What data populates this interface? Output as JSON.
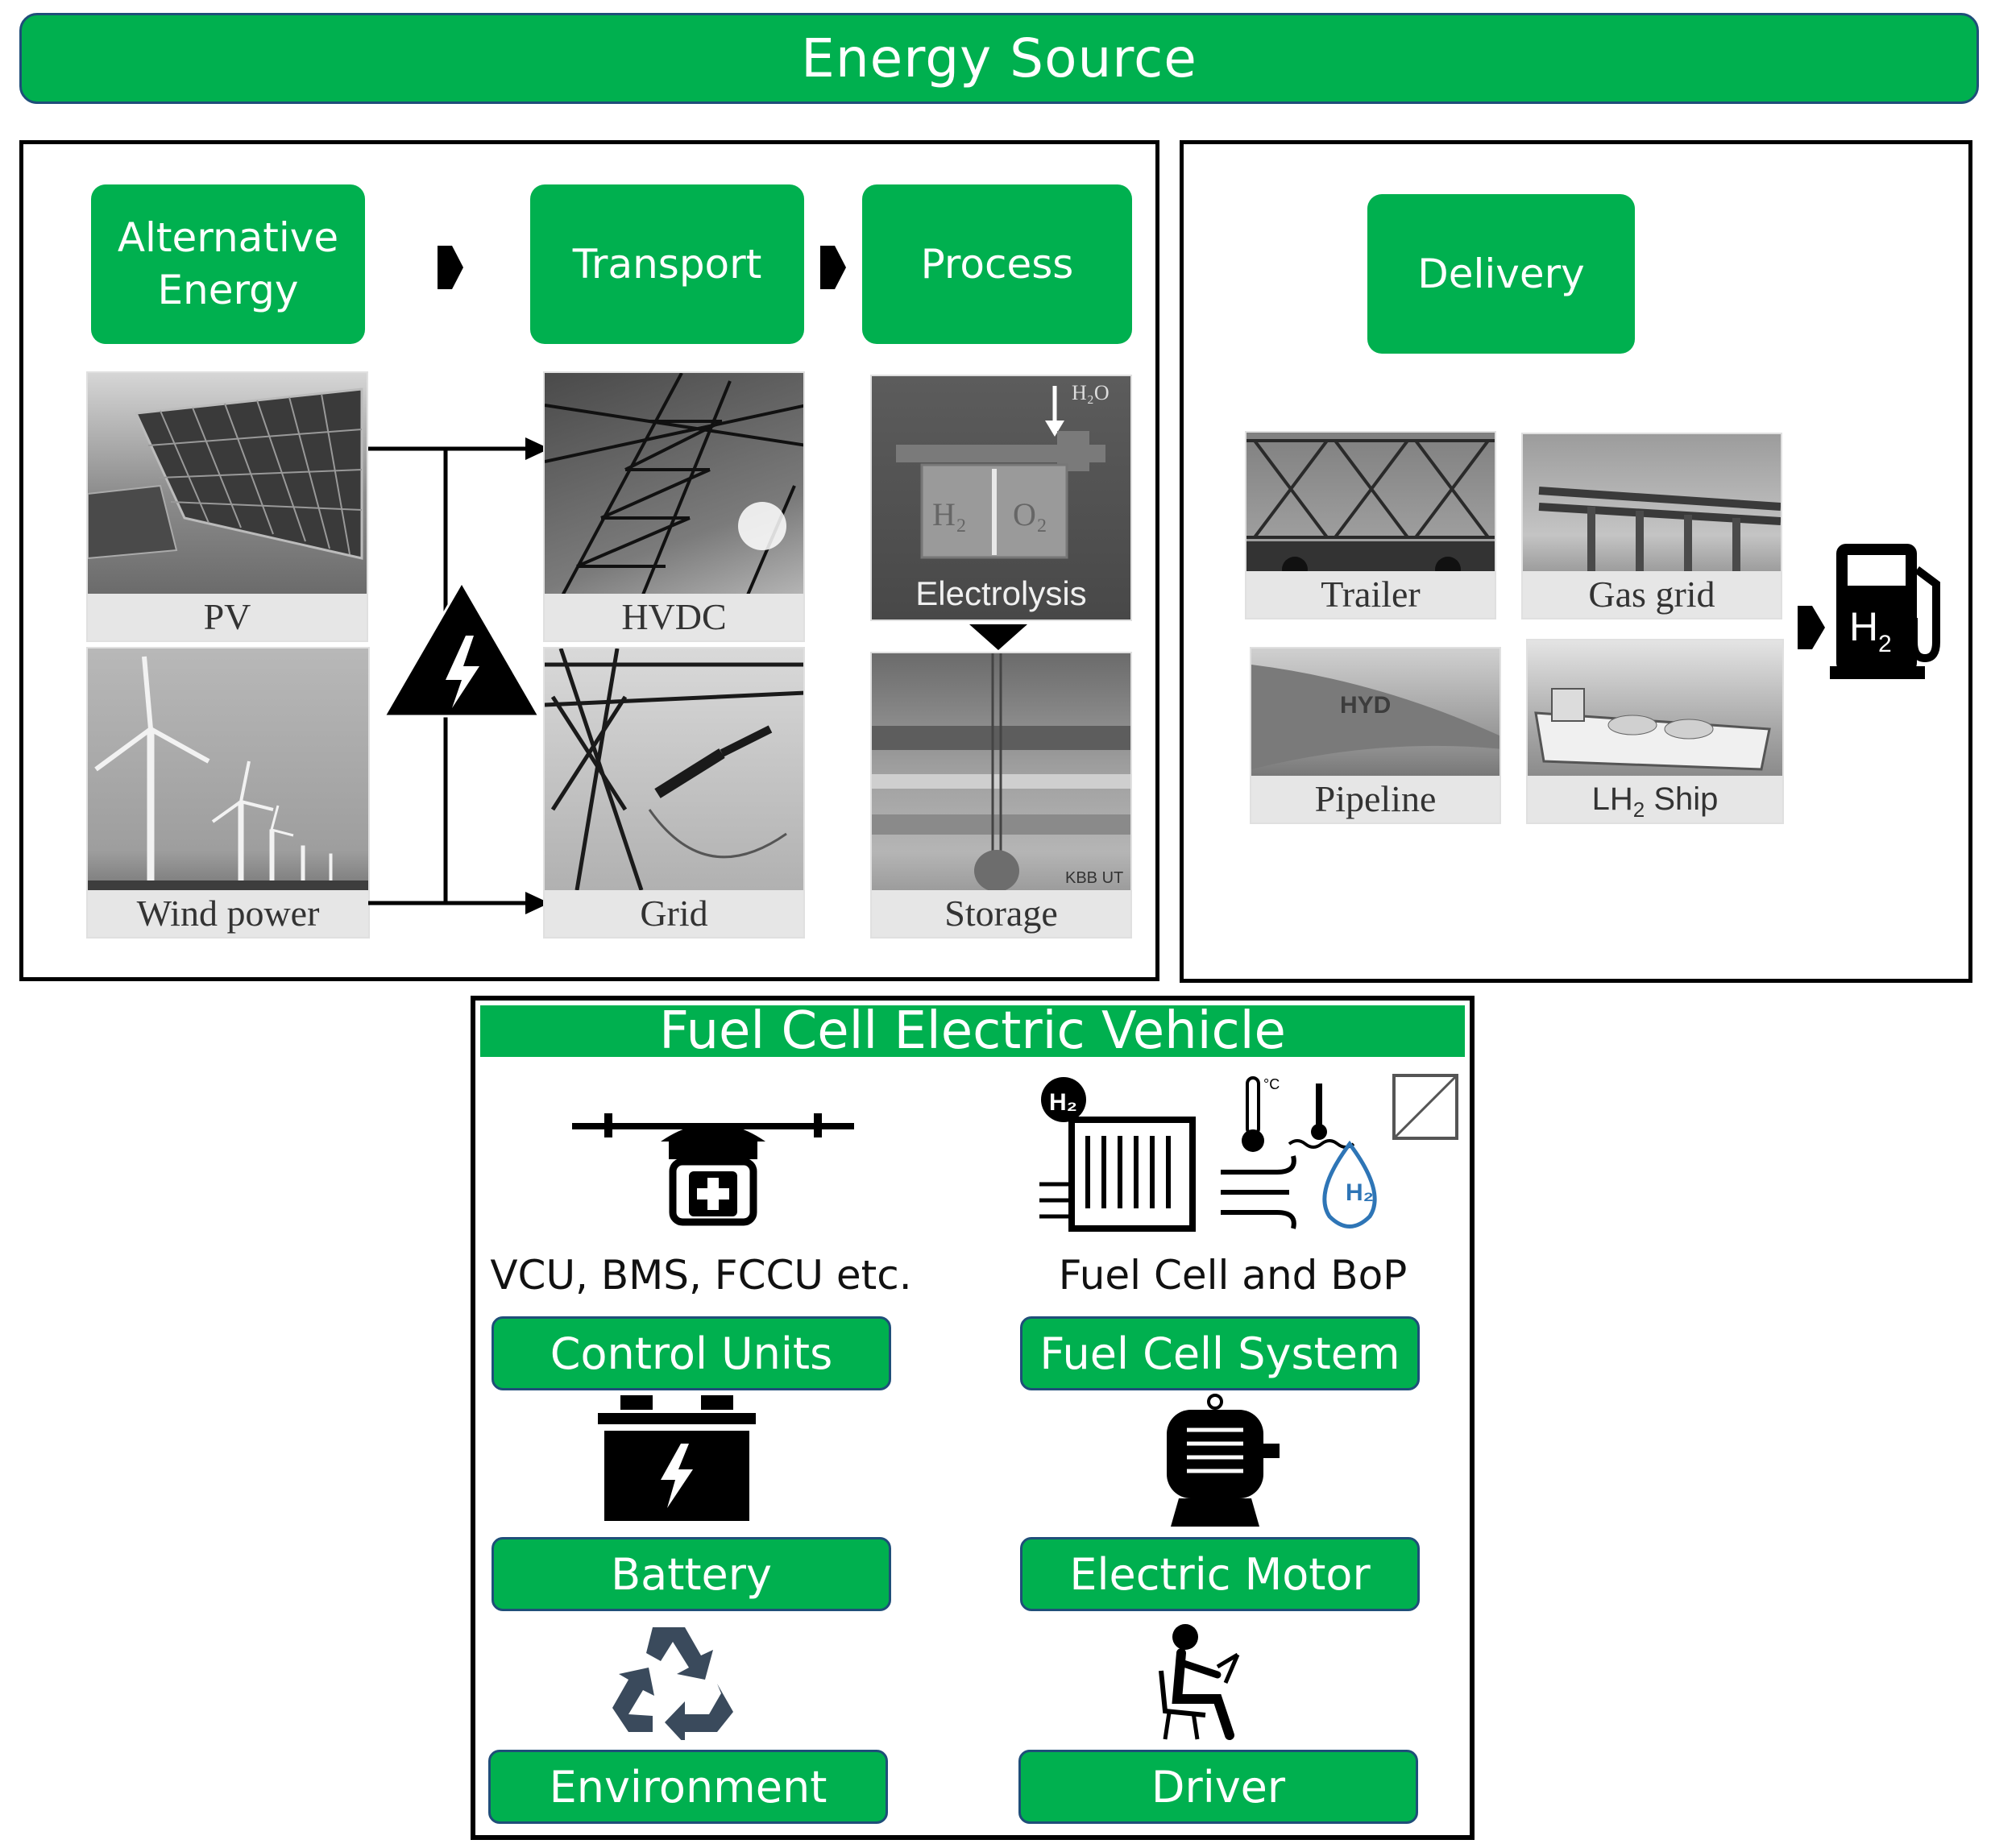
{
  "energy_source": {
    "title": "Energy Source"
  },
  "production_chain": {
    "steps": [
      "Alternative Energy",
      "Transport",
      "Process"
    ],
    "alternative_energy": {
      "line1": "Alternative",
      "line2": "Energy"
    },
    "photos": {
      "pv": "PV",
      "wind": "Wind power",
      "hvdc": "HVDC",
      "grid": "Grid",
      "electrolysis": "Electrolysis",
      "storage": "Storage",
      "h2": "H",
      "o2": "O",
      "h2o": "H₂O",
      "kbb": "KBB UT"
    }
  },
  "delivery": {
    "title": "Delivery",
    "trailer": "Trailer",
    "gas_grid": "Gas grid",
    "pipeline": "Pipeline",
    "ship_lh": "LH",
    "ship_sub": "2",
    "ship_rest": " Ship",
    "pump_h": "H",
    "pump_sub": "2",
    "pipe_text": "HYD"
  },
  "fcev": {
    "title": "Fuel Cell Electric Vehicle",
    "control_units_sub": "VCU, BMS, FCCU etc.",
    "control_units": "Control Units",
    "fuel_cell_sub": "Fuel Cell and BoP",
    "fuel_cell_system": "Fuel Cell System",
    "battery": "Battery",
    "electric_motor": "Electric Motor",
    "environment": "Environment",
    "driver": "Driver",
    "h2_badge": "H₂",
    "celsius": "°C"
  },
  "colors": {
    "accent_green": "#00b04f",
    "border_blue": "#1f4e79",
    "icon_blue": "#2e75b6"
  }
}
